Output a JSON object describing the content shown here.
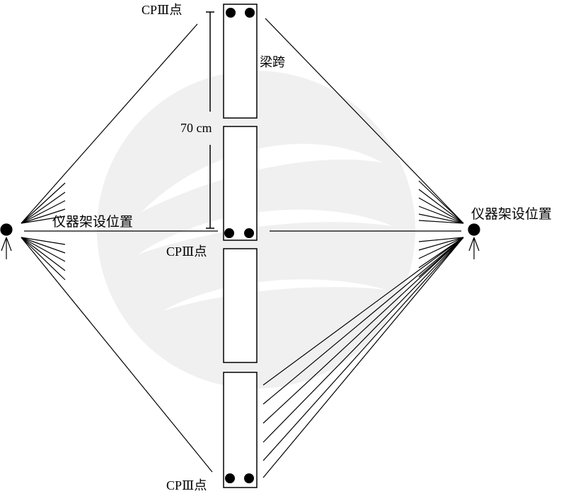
{
  "labels": {
    "cp_top": "CPⅢ点",
    "cp_middle": "CPⅢ点",
    "cp_bottom": "CPⅢ点",
    "span": "梁跨",
    "spacing": "70 cm",
    "station_left": "仪器架设位置",
    "station_right": "仪器架设位置"
  },
  "colors": {
    "line": "#000000",
    "watermark": "#ededed"
  },
  "counts": {
    "beam_segments": 4,
    "cpiii_point_groups": 3,
    "points_per_group": 2,
    "instrument_stations": 2
  }
}
